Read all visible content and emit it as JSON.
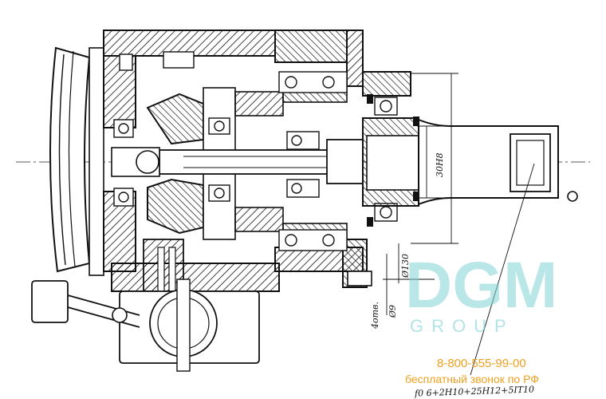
{
  "drawing": {
    "dim_bore": "30H8",
    "dim_flange": "Ø130",
    "dim_holes_count": "4отв.",
    "dim_holes_dia": "Ø9",
    "fit_note": "f0 6+2H10+25H12+5IT10"
  },
  "watermark": {
    "logo": "DGM",
    "sub": "GROUP",
    "phone": "8-800-555-99-00",
    "tollfree": "бесплатный звонок по РФ",
    "color": "#7fd1d4",
    "phone_color": "#f0a020"
  }
}
